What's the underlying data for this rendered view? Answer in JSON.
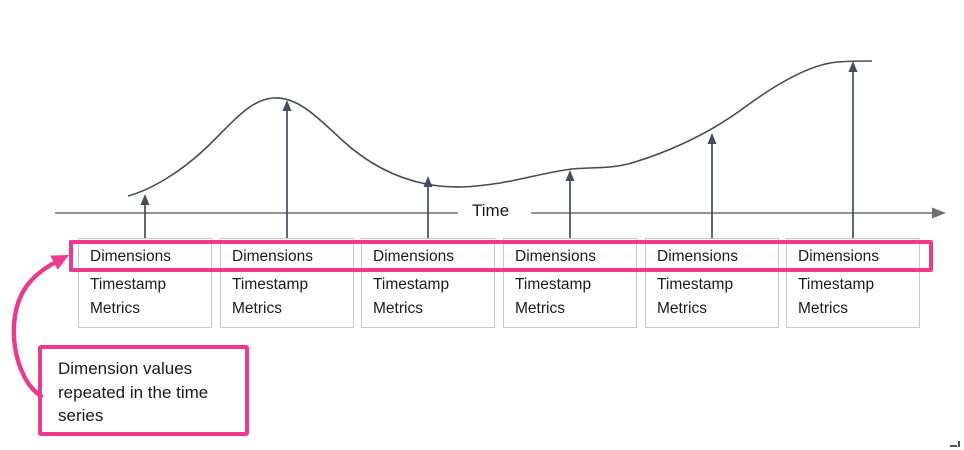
{
  "diagram": {
    "axis_label": "Time",
    "boxes": [
      {
        "dimensions": "Dimensions",
        "timestamp": "Timestamp",
        "metrics": "Metrics"
      },
      {
        "dimensions": "Dimensions",
        "timestamp": "Timestamp",
        "metrics": "Metrics"
      },
      {
        "dimensions": "Dimensions",
        "timestamp": "Timestamp",
        "metrics": "Metrics"
      },
      {
        "dimensions": "Dimensions",
        "timestamp": "Timestamp",
        "metrics": "Metrics"
      },
      {
        "dimensions": "Dimensions",
        "timestamp": "Timestamp",
        "metrics": "Metrics"
      },
      {
        "dimensions": "Dimensions",
        "timestamp": "Timestamp",
        "metrics": "Metrics"
      }
    ],
    "callout_text": "Dimension values repeated in the time series",
    "colors": {
      "highlight_pink": "#ED3A8F",
      "curve_line": "#454B57",
      "axis_line": "#707070",
      "box_border": "#C9C9C9",
      "text": "#1A1A1A"
    }
  }
}
